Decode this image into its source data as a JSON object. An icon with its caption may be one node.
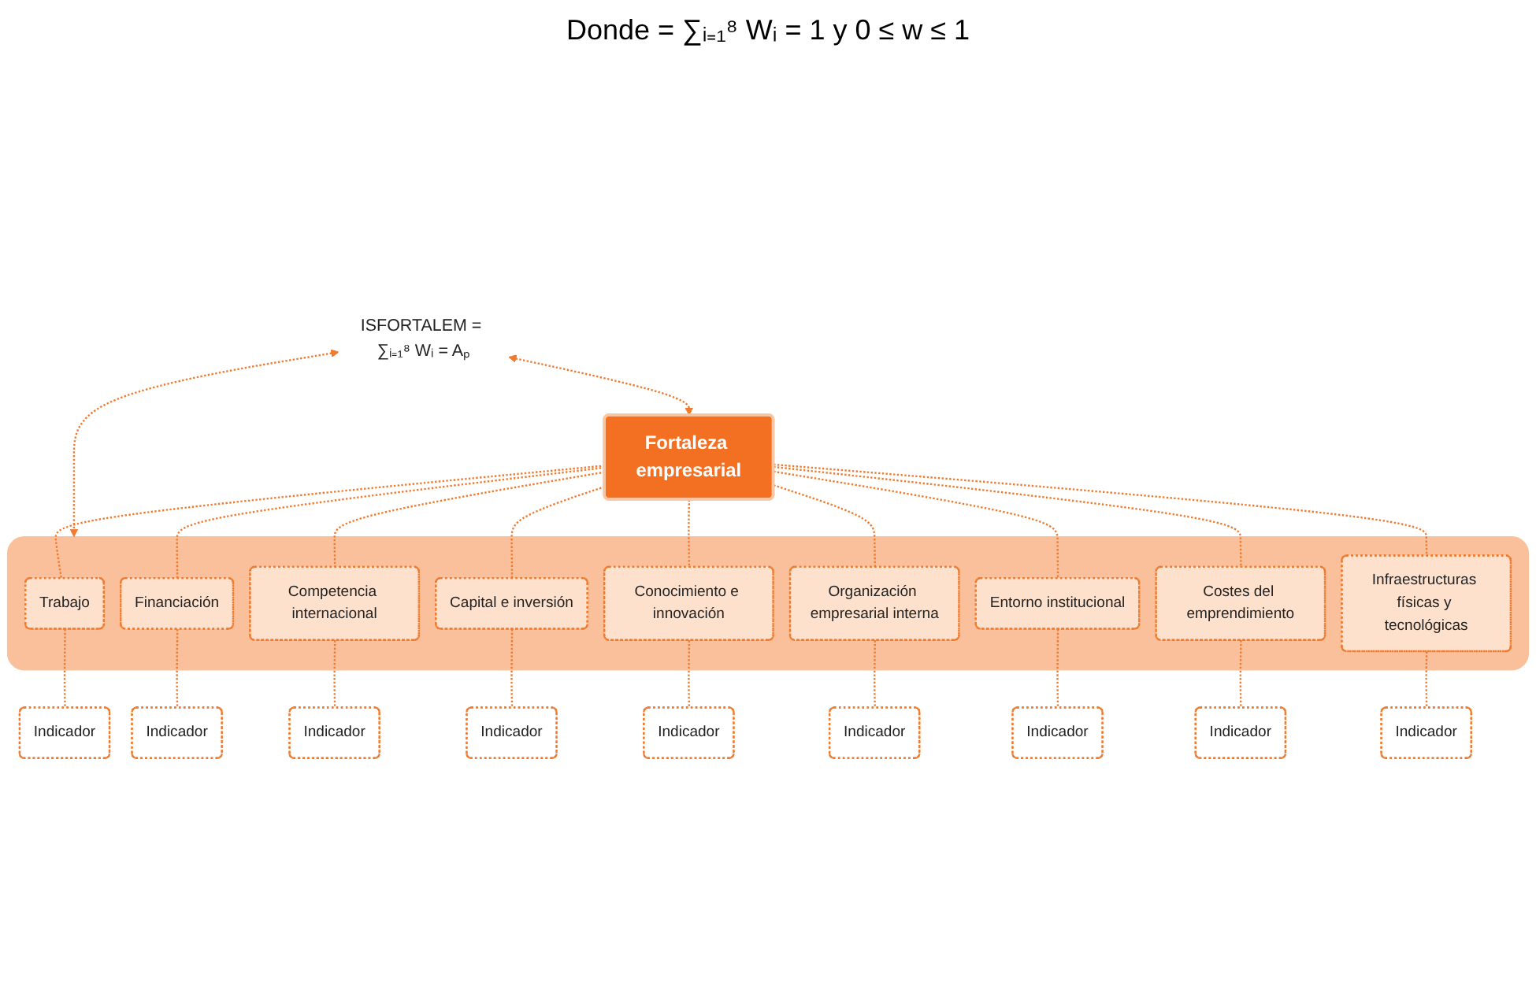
{
  "diagram": {
    "nodes": [
      {
        "text": [
          "ISFORTALEM = ∑ᵢ₌₁⁸ Wᵢ = Aₚ"
        ]
      },
      {
        "text": [
          "Fortaleza empresarial"
        ]
      },
      {
        "text": [],
        "shape": "box"
      },
      {
        "text": [
          "Trabajo"
        ],
        "in": 2
      },
      {
        "text": [
          "Financiación"
        ],
        "in": 2
      },
      {
        "text": [
          "Competencia internacional"
        ],
        "in": 2
      },
      {
        "text": [
          "Capital e inversión"
        ],
        "in": 2
      },
      {
        "text": [
          "Conocimiento e innovación"
        ],
        "in": 2
      },
      {
        "text": [
          "Organización empresarial interna"
        ],
        "in": 2
      },
      {
        "text": [
          "Entorno institucional"
        ],
        "in": 2
      },
      {
        "text": [
          "Costes del emprendimiento"
        ],
        "in": 2
      },
      {
        "text": [
          "Infraestructuras físicas y tecnológicas"
        ],
        "in": 2
      },
      {
        "text": [
          "Indicador"
        ]
      },
      {
        "text": [
          "Indicador"
        ]
      },
      {
        "text": [
          "Indicador"
        ]
      },
      {
        "text": [
          "Indicador"
        ]
      },
      {
        "text": [
          "Indicador"
        ]
      },
      {
        "text": [
          "Indicador"
        ]
      },
      {
        "text": [
          "Indicador"
        ]
      },
      {
        "text": [
          "Indicador"
        ]
      },
      {
        "text": [
          "Indicador"
        ]
      }
    ],
    "edges": [
      {
        "from": 0,
        "to": 1,
        "arrow": "both",
        "style": "dashed"
      },
      {
        "from": 0,
        "to": 2,
        "arrow": "both",
        "style": "dashed"
      },
      {
        "from": 1,
        "to": 3,
        "arrow": "none",
        "style": "dashed"
      },
      {
        "from": 1,
        "to": 4,
        "arrow": "none",
        "style": "dashed"
      },
      {
        "from": 1,
        "to": 5,
        "arrow": "none",
        "style": "dashed"
      },
      {
        "from": 1,
        "to": 6,
        "arrow": "none",
        "style": "dashed"
      },
      {
        "from": 1,
        "to": 7,
        "arrow": "none",
        "style": "dashed"
      },
      {
        "from": 1,
        "to": 8,
        "arrow": "none",
        "style": "dashed"
      },
      {
        "from": 1,
        "to": 9,
        "arrow": "none",
        "style": "dashed"
      },
      {
        "from": 1,
        "to": 10,
        "arrow": "none",
        "style": "dashed"
      },
      {
        "from": 1,
        "to": 11,
        "arrow": "none",
        "style": "dashed"
      },
      {
        "from": 3,
        "to": 12,
        "arrow": "none",
        "style": "dashed"
      },
      {
        "from": 4,
        "to": 13,
        "arrow": "none",
        "style": "dashed"
      },
      {
        "from": 5,
        "to": 14,
        "arrow": "none",
        "style": "dashed"
      },
      {
        "from": 6,
        "to": 15,
        "arrow": "none",
        "style": "dashed"
      },
      {
        "from": 7,
        "to": 16,
        "arrow": "none",
        "style": "dashed"
      },
      {
        "from": 8,
        "to": 17,
        "arrow": "none",
        "style": "dashed"
      },
      {
        "from": 9,
        "to": 18,
        "arrow": "none",
        "style": "dashed"
      },
      {
        "from": 10,
        "to": 19,
        "arrow": "none",
        "style": "dashed"
      },
      {
        "from": 11,
        "to": 20,
        "arrow": "none",
        "style": "dashed"
      }
    ],
    "labels": [
      "Donde = ∑ᵢ₌₁⁸ Wᵢ = 1 y 0 ≤ w ≤ 1"
    ]
  }
}
